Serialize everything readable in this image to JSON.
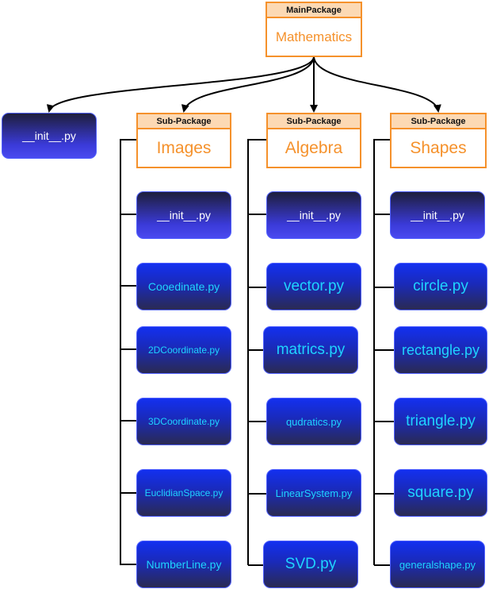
{
  "main_package": {
    "header": "MainPackage",
    "name": "Mathematics"
  },
  "root_init": "__init__.py",
  "sub_packages": [
    {
      "header": "Sub-Package",
      "name": "Images",
      "init": "__init__.py",
      "modules": [
        "Cooedinate.py",
        "2DCoordinate.py",
        "3DCoordinate.py",
        "EuclidianSpace.py",
        "NumberLine.py"
      ]
    },
    {
      "header": "Sub-Package",
      "name": "Algebra",
      "init": "__init__.py",
      "modules": [
        "vector.py",
        "matrics.py",
        "qudratics.py",
        "LinearSystem.py",
        "SVD.py"
      ]
    },
    {
      "header": "Sub-Package",
      "name": "Shapes",
      "init": "__init__.py",
      "modules": [
        "circle.py",
        "rectangle.py",
        "triangle.py",
        "square.py",
        "generalshape.py"
      ]
    }
  ],
  "colors": {
    "package_border": "#f5912b",
    "package_header_fill": "#fcd9b4",
    "package_name_text": "#f5912b",
    "module_text": "#1fd4ff",
    "init_text": "#ffffff"
  }
}
